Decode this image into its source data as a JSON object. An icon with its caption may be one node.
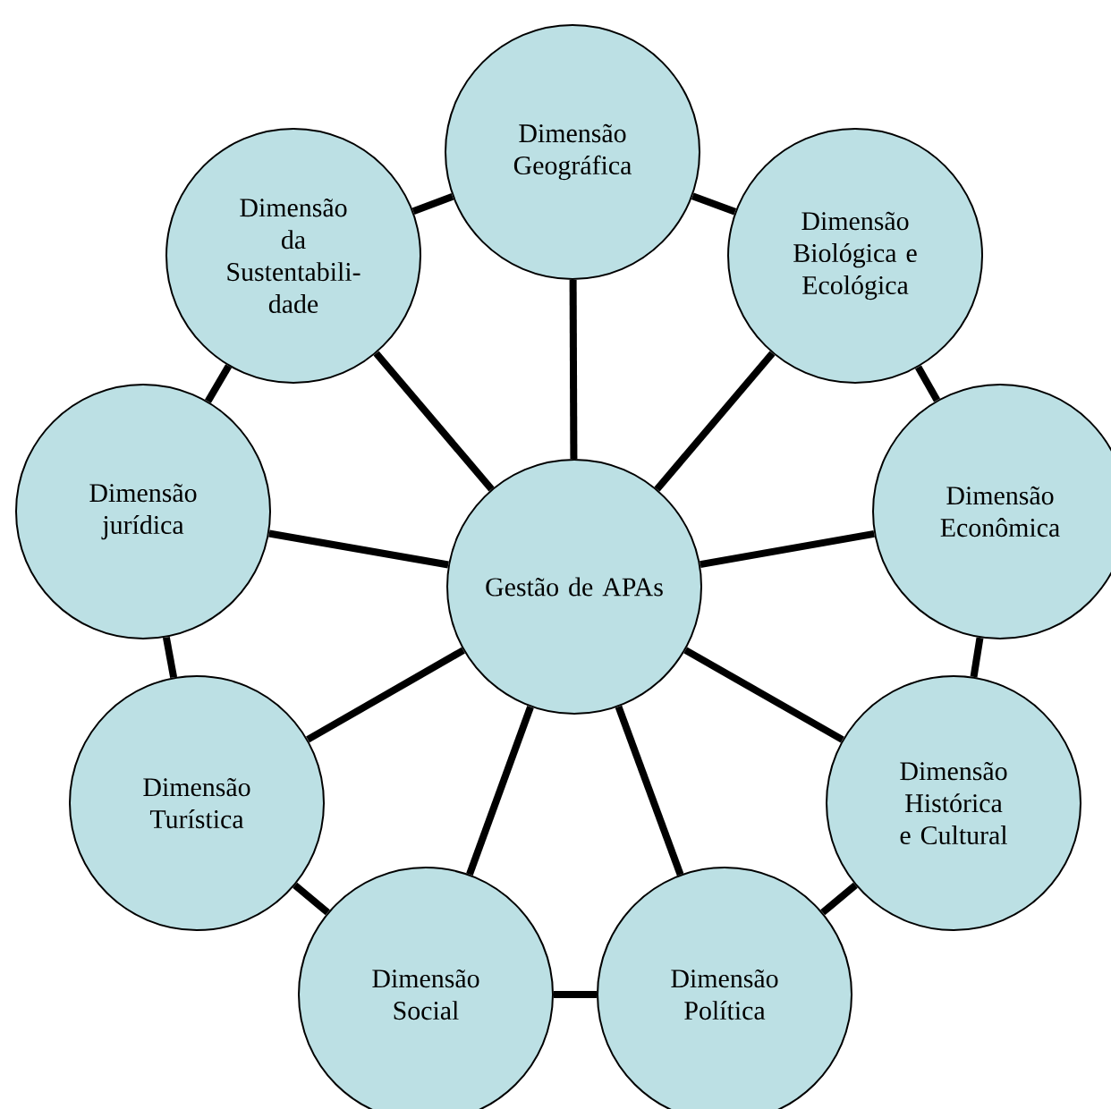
{
  "diagram": {
    "nodes": [
      {
        "text": [
          "Gestão de APAs"
        ]
      },
      {
        "text": [
          "Dimensão Geográfica"
        ]
      },
      {
        "text": [
          "Dimensão Biológica e Ecológica"
        ]
      },
      {
        "text": [
          "Dimensão Econômica"
        ]
      },
      {
        "text": [
          "Dimensão Histórica e Cultural"
        ]
      },
      {
        "text": [
          "Dimensão Política"
        ]
      },
      {
        "text": [
          "Dimensão Social"
        ]
      },
      {
        "text": [
          "Dimensão Turística"
        ]
      },
      {
        "text": [
          "Dimensão jurídica"
        ]
      },
      {
        "text": [
          "Dimensão da Sustentabili- dade"
        ]
      }
    ],
    "edges": [
      {
        "from": 0,
        "to": 1,
        "arrow": "none"
      },
      {
        "from": 0,
        "to": 2,
        "arrow": "none"
      },
      {
        "from": 0,
        "to": 3,
        "arrow": "none"
      },
      {
        "from": 0,
        "to": 4,
        "arrow": "none"
      },
      {
        "from": 0,
        "to": 5,
        "arrow": "none"
      },
      {
        "from": 0,
        "to": 6,
        "arrow": "none"
      },
      {
        "from": 0,
        "to": 7,
        "arrow": "none"
      },
      {
        "from": 0,
        "to": 8,
        "arrow": "none"
      },
      {
        "from": 0,
        "to": 9,
        "arrow": "none"
      },
      {
        "from": 1,
        "to": 2,
        "arrow": "none"
      },
      {
        "from": 2,
        "to": 3,
        "arrow": "none"
      },
      {
        "from": 3,
        "to": 4,
        "arrow": "none"
      },
      {
        "from": 4,
        "to": 5,
        "arrow": "none"
      },
      {
        "from": 5,
        "to": 6,
        "arrow": "none"
      },
      {
        "from": 6,
        "to": 7,
        "arrow": "none"
      },
      {
        "from": 7,
        "to": 8,
        "arrow": "none"
      },
      {
        "from": 8,
        "to": 9,
        "arrow": "none"
      },
      {
        "from": 9,
        "to": 1,
        "arrow": "none"
      }
    ]
  }
}
